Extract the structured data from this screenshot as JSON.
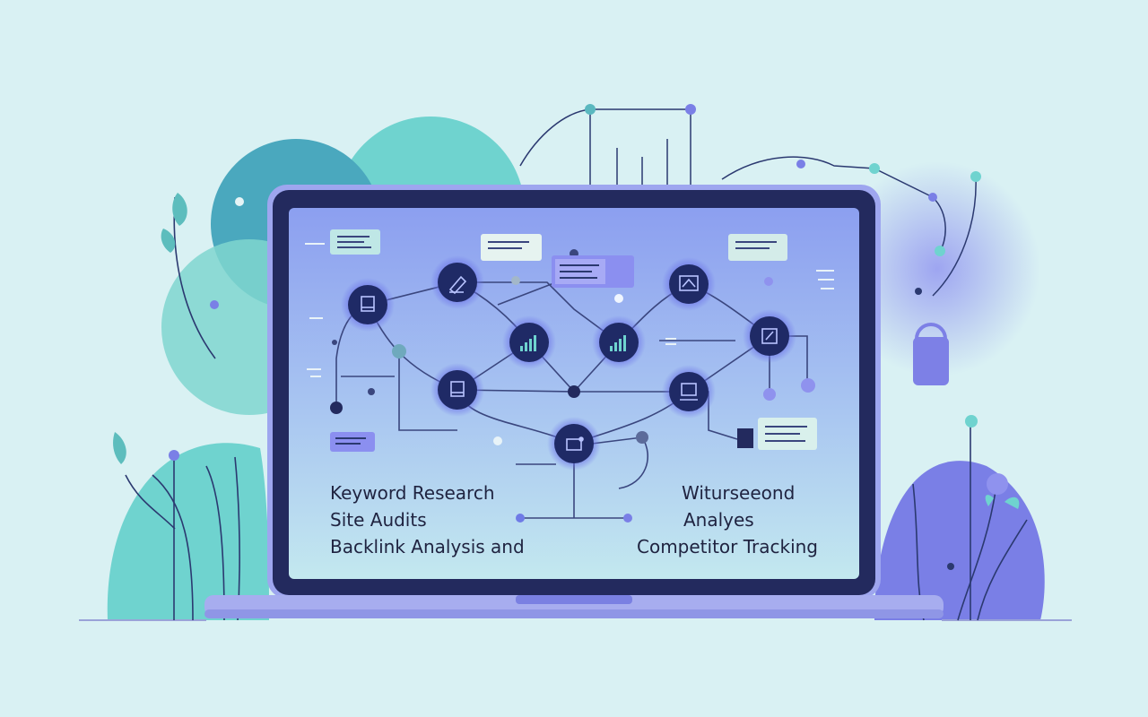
{
  "screen_text": {
    "left_lines": [
      "Keyword Research",
      "Site Audits",
      "Backlink Analysis and"
    ],
    "right_lines": [
      "Witurseeond",
      "Analyes",
      "Competitor Tracking"
    ]
  },
  "colors": {
    "background": "#d9f1f3",
    "laptop_bezel": "#232a5e",
    "laptop_frame": "#9ea6ef",
    "screen_top": "#8ea0f0",
    "screen_bottom": "#bfe6ee",
    "node": "#1f2a66",
    "node_glow": "#6b72e8",
    "teal": "#6fd3cf",
    "teal_dark": "#4aa8be",
    "purple": "#7a7fe6"
  },
  "icons": [
    "book-icon",
    "pen-icon",
    "bar-chart-icon",
    "bar-chart-icon",
    "image-icon",
    "edit-icon",
    "book-icon",
    "monitor-icon",
    "select-icon"
  ]
}
